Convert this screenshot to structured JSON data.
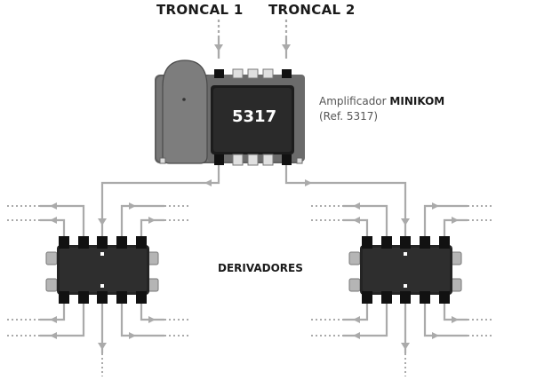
{
  "trunks": [
    "TRONCAL 1",
    "TRONCAL 2"
  ],
  "amplifier": {
    "model_number": "5317",
    "caption_prefix": "Amplificador",
    "caption_name": "MINIKOM",
    "reference": "(Ref. 5317)"
  },
  "derivadores_label": "DERIVADORES",
  "colors": {
    "cable": "#aaaaaa",
    "amp_body": "#6b6b6b",
    "amp_panel": "#1c1c1c",
    "derivator_body": "#242424",
    "connector": "#111111",
    "bracket": "#b5b5b5"
  }
}
